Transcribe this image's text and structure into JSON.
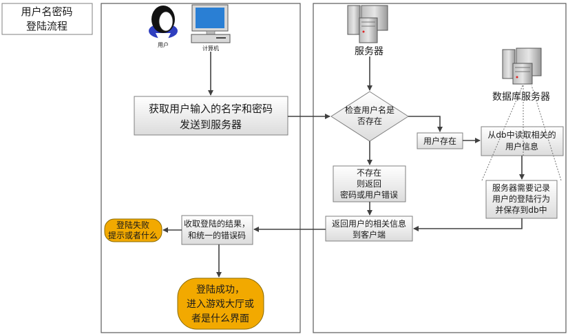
{
  "title": {
    "line1": "用户名密码",
    "line2": "登陆流程"
  },
  "client": {
    "user_label": "用户",
    "computer_label": "计算机",
    "get_input": {
      "line1": "获取用户输入的名字和密码",
      "line2": "发送到服务器"
    },
    "receive_result": {
      "line1": "收取登陆的结果，",
      "line2": "和统一的错误码"
    },
    "login_failed": {
      "line1": "登陆失败",
      "line2": "提示或者什么"
    },
    "login_success": {
      "line1": "登陆成功，",
      "line2": "进入游戏大厅或",
      "line3": "者是什么界面"
    }
  },
  "server": {
    "server_label": "服务器",
    "db_server_label": "数据库服务器",
    "check_user": {
      "line1": "检查用户名是",
      "line2": "否存在"
    },
    "user_exists": "用户存在",
    "not_exist": {
      "line1": "不存在",
      "line2": "则返回",
      "line3": "密码或用户错误"
    },
    "read_db": {
      "line1": "从db中读取相关的",
      "line2": "用户信息"
    },
    "record_login": {
      "line1": "服务器需要记录",
      "line2": "用户的登陆行为",
      "line3": "并保存到db中"
    },
    "return_info": {
      "line1": "返回用户的相关信息",
      "line2": "到客户端"
    }
  },
  "icons": [
    "user-avatar-icon",
    "computer-icon",
    "server-icon",
    "database-server-icon"
  ],
  "colors": {
    "terminal": "#f2a900",
    "box_fill_top": "#ffffff",
    "box_fill_bottom": "#dedede"
  }
}
